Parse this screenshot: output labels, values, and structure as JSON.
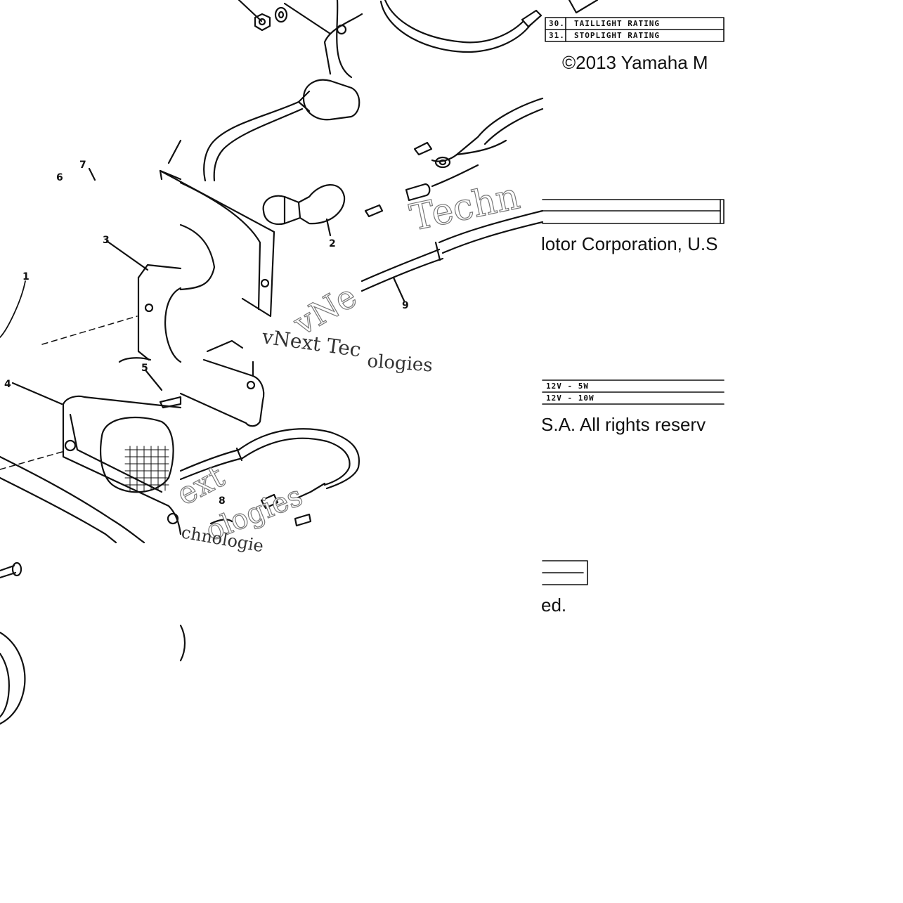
{
  "diagram": {
    "callouts": [
      "1",
      "2",
      "3",
      "4",
      "5",
      "6",
      "7",
      "8",
      "9"
    ],
    "spec_table": {
      "rows": [
        {
          "number": "30.",
          "label": "TAILLIGHT RATING",
          "value": "12V - 5W"
        },
        {
          "number": "31.",
          "label": "STOPLIGHT RATING",
          "value": "12V - 10W"
        }
      ]
    },
    "copyright_lines": [
      "©2013 Yamaha M",
      "lotor Corporation, U.S",
      "S.A. All rights reserv",
      "ed."
    ],
    "watermark_words": [
      "Techn",
      "vNe",
      "vNext Tec",
      "ologies",
      "ext",
      "ologies",
      "chnologie"
    ],
    "colors": {
      "ink": "#111111",
      "background": "#ffffff",
      "watermark_outline": "#777777"
    }
  }
}
